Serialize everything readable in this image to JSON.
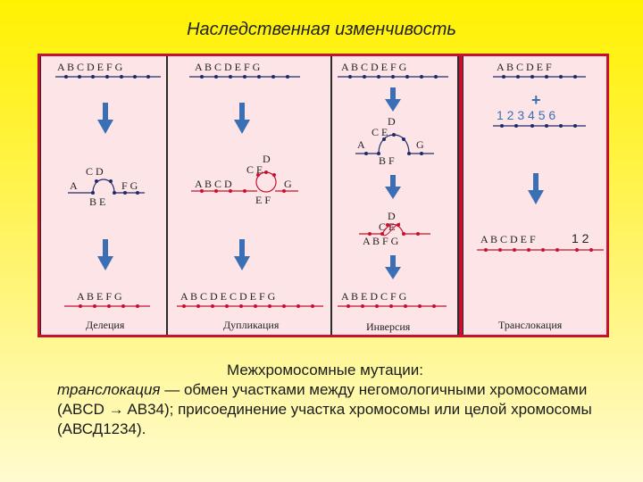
{
  "title": "Наследственная изменчивость",
  "panels": {
    "deletion": {
      "top": "A B C D E F G",
      "mid_a": "A",
      "mid_top": "C  D",
      "mid_fg": "F G",
      "mid_bottom": "B E",
      "result": "A B E F G",
      "caption": "Делеция"
    },
    "duplication": {
      "top": "A B C D E F G",
      "mid_d": "D",
      "mid_ce": "C    E",
      "mid_line": "A B C D",
      "mid_g": "G",
      "mid_bottom": "E F",
      "result": "A B C D E C D E F G",
      "caption": "Дупликация"
    },
    "inversion": {
      "top": "A B C D E F G",
      "mid1_d": "D",
      "mid1_ce": "C     E",
      "mid1_a": "A",
      "mid1_g": "G",
      "mid1_bottom": "B    F",
      "mid2_d": "D",
      "mid2_ce": "C  E",
      "mid2_line": "A  B    F G",
      "result": "A B E D C F G",
      "caption": "Инверсия"
    },
    "translocation": {
      "top": "A B C D E F",
      "plus": "+",
      "second": "1 2 3 4 5 6",
      "result_letters": "A B C D E F",
      "result_digits": "1 2",
      "caption": "Транслокация"
    }
  },
  "description": {
    "heading": "Межхромосомные мутации:",
    "term": "транслокация",
    "text1": " — обмен участками между негомологичными хромосомами (ABCD → AB34); присоединение участка хромосомы или целой хромосомы (АВСД1234)."
  },
  "colors": {
    "arrow": "#3a6fb5",
    "chromosome_dark": "#1f2a6b",
    "chromosome_red": "#c8102e",
    "frame": "#c8102e",
    "panel": "#fde4e6"
  }
}
